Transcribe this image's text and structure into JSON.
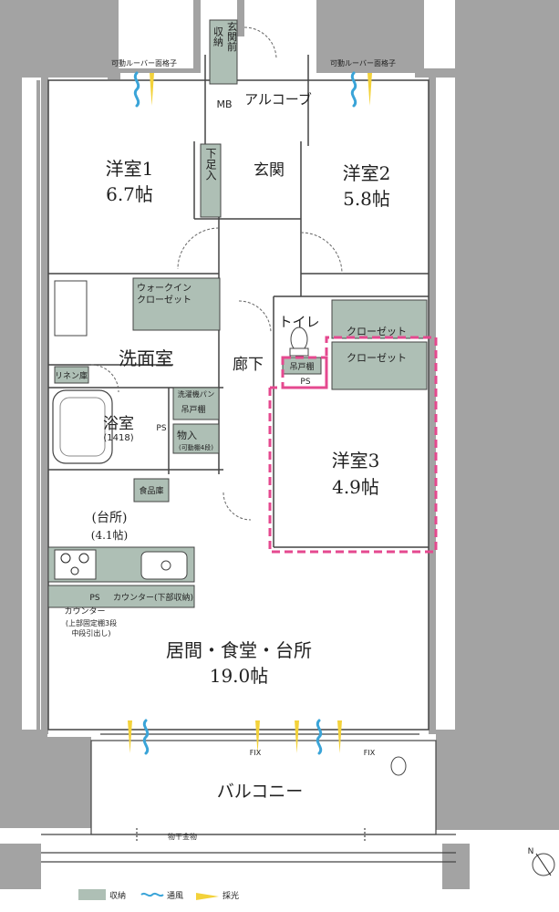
{
  "rooms": {
    "bedroom1": {
      "name": "洋室1",
      "size": "6.7帖"
    },
    "bedroom2": {
      "name": "洋室2",
      "size": "5.8帖"
    },
    "bedroom3": {
      "name": "洋室3",
      "size": "4.9帖"
    },
    "washroom": "洗面室",
    "bath": {
      "name": "浴室",
      "spec": "(1418)"
    },
    "hall": "廊下",
    "entrance": "玄関",
    "toilet": "トイレ",
    "kitchen": {
      "name": "(台所)",
      "size": "(4.1帖)"
    },
    "living": {
      "name": "居間・食堂・台所",
      "size": "19.0帖"
    },
    "balcony": "バルコニー",
    "alcove": "アルコーブ"
  },
  "storage": {
    "entrance_storage": [
      "玄関前",
      "収納"
    ],
    "mb": "MB",
    "shoe": [
      "下足入"
    ],
    "walkin": [
      "ウォークイン",
      "クローゼット"
    ],
    "closet1": "クローゼット",
    "closet2": "クローゼット",
    "hanging_shelf_toilet": "吊戸棚",
    "ps_toilet": "PS",
    "linen": "リネン庫",
    "laundry": [
      "洗濯機パン",
      "吊戸棚"
    ],
    "ps_bath": "PS",
    "storeroom": [
      "物入",
      "(可動棚4段)"
    ],
    "pantry": "食品庫",
    "ps_kitchen": "PS",
    "counter_lower": "カウンター(下部収納)",
    "counter_note": [
      "カウンター",
      "(上部固定棚3段",
      "中段引出し)"
    ]
  },
  "labels": {
    "louver_left": "可動ルーバー面格子",
    "louver_right": "可動ルーバー面格子",
    "fix_left": "FIX",
    "fix_right": "FIX",
    "drying_rack": "物干金物",
    "north": "N"
  },
  "legend": {
    "storage": "収納",
    "ventilation": "通風",
    "lighting": "採光"
  },
  "colors": {
    "storage_fill": "#aebfb5",
    "wall": "#a3a3a3",
    "ventilation": "#3aa4d8",
    "lighting": "#f3d23a",
    "highlight": "#e5498f"
  }
}
